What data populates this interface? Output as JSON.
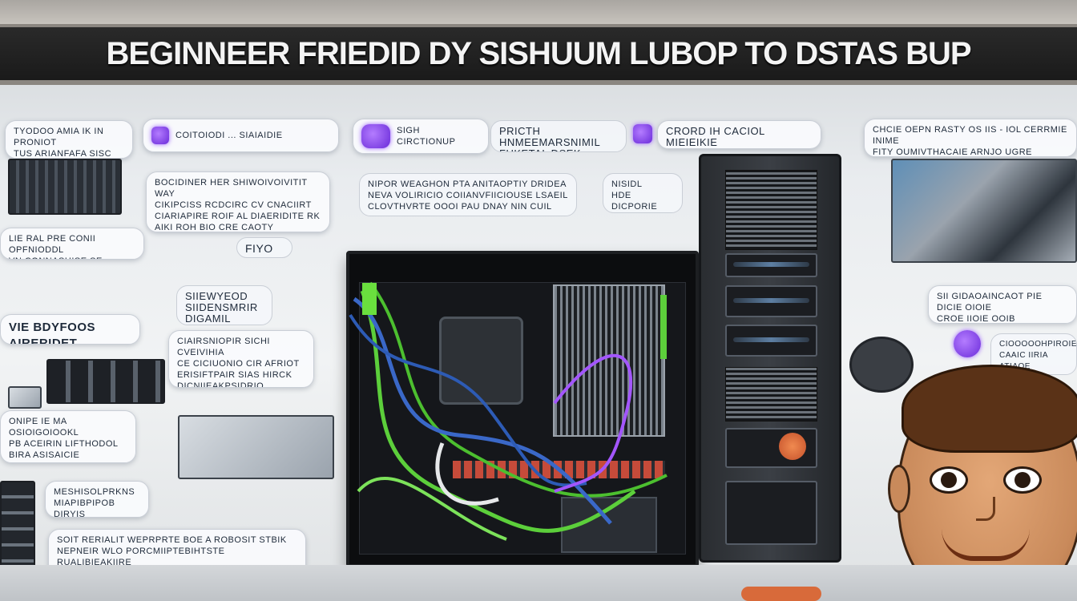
{
  "banner": {
    "title": "BEGINNEER FRIEDID DY SISHUUM LUBOP TO  DSTAS BUP"
  },
  "cards": {
    "top_left": "TYODOO AMIA IK IN PRONIOT\nTUS ARIANFAFA SISC\nA BLUS AD LNDPD",
    "top_mid_left": "COITOIODI ... SIAIAIDIE",
    "top_mid": "SIGH\nCIRCTIONUP",
    "top_center": "PRICTH HNMEEMARSNIMIL\nFUKETAL DSEK NIOIAMILL",
    "top_center_right": "CRORD IH  CACIOL MIEIEIKIE",
    "top_right": "CHCIE OEPN RASTY OS IIS - IOL CERRMIE INIME\nFITY OUMIVTHACAIE ARNJO UGRE RYOINTS",
    "left_block_1": "BOCIDINER HER SHIWOIVOIVITIT WAY\nCIKIPCISS RCDCIRC CV CNACIIRT\nCIARIAPIRE ROIF AL DIAERIDITE RK\nAIKI ROH BIO CRE CAOTY\nDINSRIE",
    "left_block_2": "LIE RAL PRE CONII OPFNIODDL\nVN CONNASHISE SE DOKEIL",
    "center_block_1": "NIPOR WEAGHON PTA ANITAOPTIY DRIDEA\nNEVA VOLIRICIO COIIANVFIICIOUSE LSAEIL\nCLOVTHVRTE OOOI PAU DNAY NIN CUIL",
    "center_right_small": "NISIDL\nHDE DICPORIE\nDOOL",
    "mid_left_title": "SIIEWYEOD\nSIIDENSMRIR\nDIGAMIL",
    "mid_left_small": "FIYO",
    "left_label": "VIE BDYFOOS AIRERIDET",
    "left_mid_card": "CIAIRSNIOPIR SICHI CVEIVIHIA\nCE CICIUONIO CIR AFRIOT\nERISIFTPAIR SIAS HIRCK\nDICNIIEAKPSIDRIO",
    "left_bot_card": "ONIPE IE MA OSIOIGOIOOKL\nPB ACEIRIN LIFTHODOL\nBIRA ASISAICIE\nAVIRE CRERSIE STE.DNH",
    "left_bot_small": "MESHISOLPRKNS\nMIAPIBPIPOB DIRYIS\nRIEROPTAONRE",
    "bottom_card": "SOIT RERIALIT WEPRPRTE BOE A ROBOSIT STBIK\nNEPNEIR WLO PORCMIIPTEBIHTSTE RUALIBIEAKIIRE\nWAVISHTHIN UHNO TEIRIBRIRIIO",
    "right_mid_card": "SII GIDAOAINCAOT PIE DICIE OIOIE\nCROE IIOIE OOIB COIRIEOIDI IOS TOIRE",
    "right_small_card": "CIOOOOOHPIROIEIOIE\nCAAIC IIRIA ATIAOE\nIIAIE ITIBTHE\nCUUIIOIE"
  },
  "colors": {
    "accent": "#7b3cff",
    "banner_bg": "#1e1e1e",
    "cable_green": "#5ccf3b",
    "cable_blue": "#3a68c8",
    "cable_purple": "#a356ff",
    "skin": "#d79b6a",
    "hair": "#5a3217"
  },
  "icons": {
    "purple_marker": "purple-gear-icon"
  }
}
